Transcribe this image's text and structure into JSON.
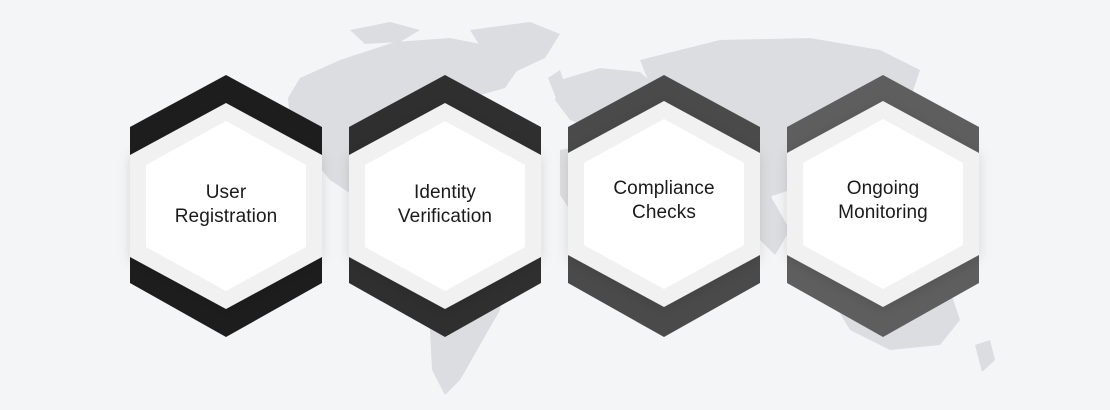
{
  "steps": [
    {
      "line1": "User",
      "line2": "Registration",
      "color": "#1d1d1d"
    },
    {
      "line1": "Identity",
      "line2": "Verification",
      "color": "#2f2f2f"
    },
    {
      "line1": "Compliance",
      "line2": "Checks",
      "color": "#4a4a4a"
    },
    {
      "line1": "Ongoing",
      "line2": "Monitoring",
      "color": "#5e5e5e"
    }
  ],
  "colors": {
    "background": "#f4f5f7",
    "map": "#dcdde0",
    "inner_hex": "#ffffff",
    "text": "#1a1a1a"
  }
}
